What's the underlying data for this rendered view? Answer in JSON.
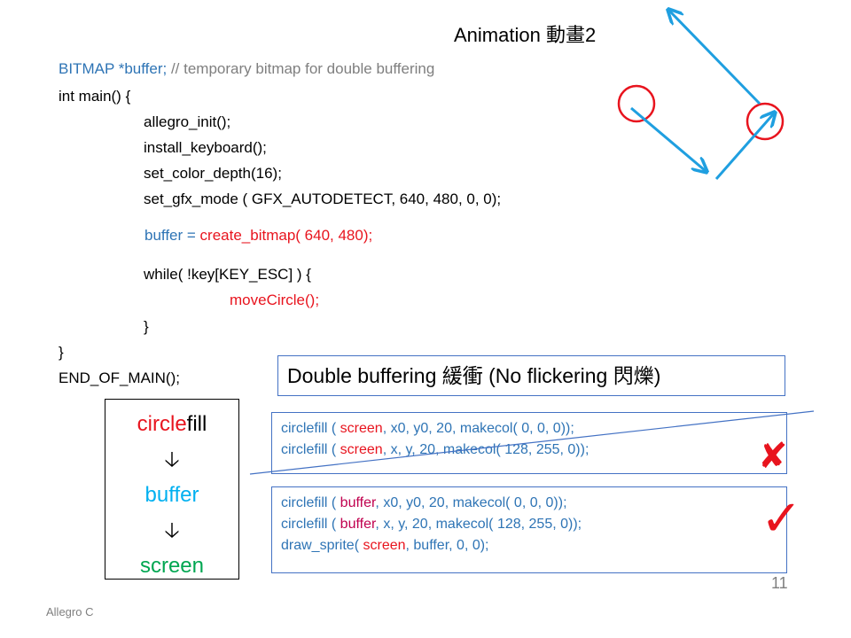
{
  "title": "Animation 動畫2",
  "code": {
    "line_bitmap_type": "BITMAP *buffer;",
    "line_bitmap_comment": " // temporary bitmap for double buffering",
    "line_main": "int main() {",
    "line_init": "allegro_init();",
    "line_keyboard": "install_keyboard();",
    "line_depth": "set_color_depth(16);",
    "line_gfx": "set_gfx_mode ( GFX_AUTODETECT, 640, 480, 0, 0);",
    "line_buffer_lhs": "buffer = ",
    "line_buffer_rhs": "create_bitmap( 640, 480);",
    "line_while": "while( !key[KEY_ESC] ) {",
    "line_move": "moveCircle();",
    "line_close_inner": "}",
    "line_close_outer": "}",
    "line_end": "END_OF_MAIN();"
  },
  "heading_box": {
    "text": "Double buffering 緩衝 (No flickering 閃爍)"
  },
  "wrong_code": {
    "l1_a": "circlefill ( ",
    "l1_b": "screen",
    "l1_c": ", x0, y0, 20, makecol( 0, 0, 0));",
    "l2_a": "circlefill ( ",
    "l2_b": "screen",
    "l2_c": ", x, y, 20,     makecol( 128, 255, 0));"
  },
  "right_code": {
    "l1_a": "circlefill ( ",
    "l1_b": "buffer",
    "l1_c": ", x0, y0, 20, makecol( 0, 0, 0));",
    "l2_a": "circlefill ( ",
    "l2_b": "buffer",
    "l2_c": ", x, y, 20,     makecol( 128, 255, 0));",
    "l3_a": "draw_sprite( ",
    "l3_b": "screen",
    "l3_c": ", buffer, 0, 0);"
  },
  "flow": {
    "step1_a": "circle",
    "step1_b": "fill",
    "arrow1": "🡣",
    "step2": "buffer",
    "arrow2": "🡣",
    "step3": "screen"
  },
  "marks": {
    "wrong": "✘",
    "right": "✓"
  },
  "page_number": "11",
  "footer": "Allegro C",
  "colors": {
    "code_blue": "#2e74b5",
    "accent_red": "#e8141e",
    "arrow_blue": "#1f9fe0",
    "box_border": "#4472c4"
  }
}
